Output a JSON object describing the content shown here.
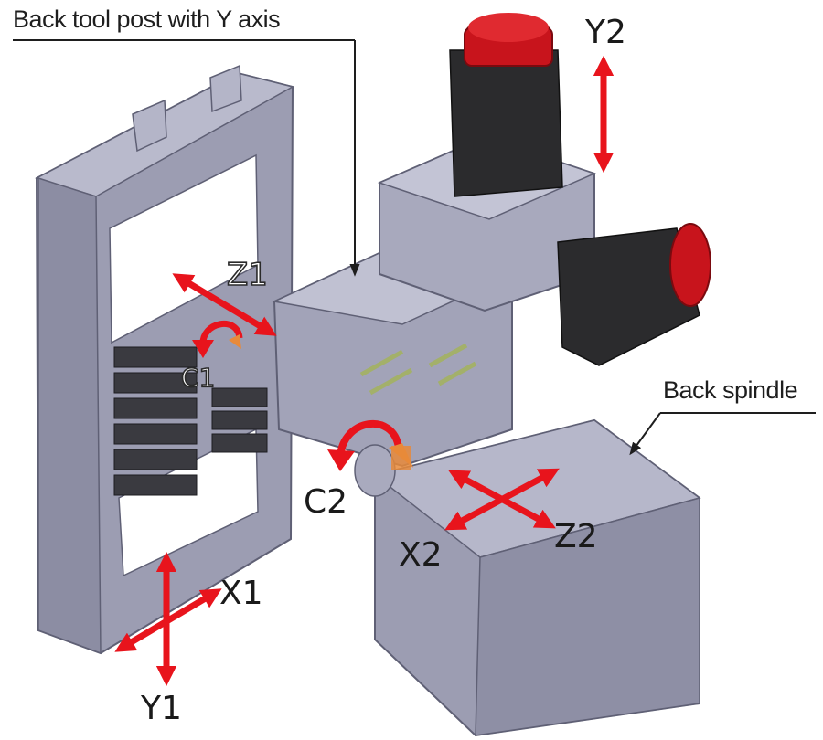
{
  "callouts": {
    "back_tool_post": "Back tool post with Y axis",
    "back_spindle": "Back spindle"
  },
  "axes": {
    "y2": "Y2",
    "z1": "Z1",
    "c1": "C1",
    "c2": "C2",
    "x2": "X2",
    "z2": "Z2",
    "x1": "X1",
    "y1": "Y1"
  },
  "colors": {
    "arrow": "#e8141c",
    "rotation_orange": "#e88a3a",
    "machine_body": "#9a9bb0",
    "machine_light": "#b4b5c8",
    "machine_dark": "#6e6f84",
    "motor_body": "#2b2b2d",
    "motor_cap": "#c8141c"
  },
  "icons": {
    "linear_axis": "double-arrow-icon",
    "rotary_axis": "curved-rotation-arrow-icon"
  }
}
